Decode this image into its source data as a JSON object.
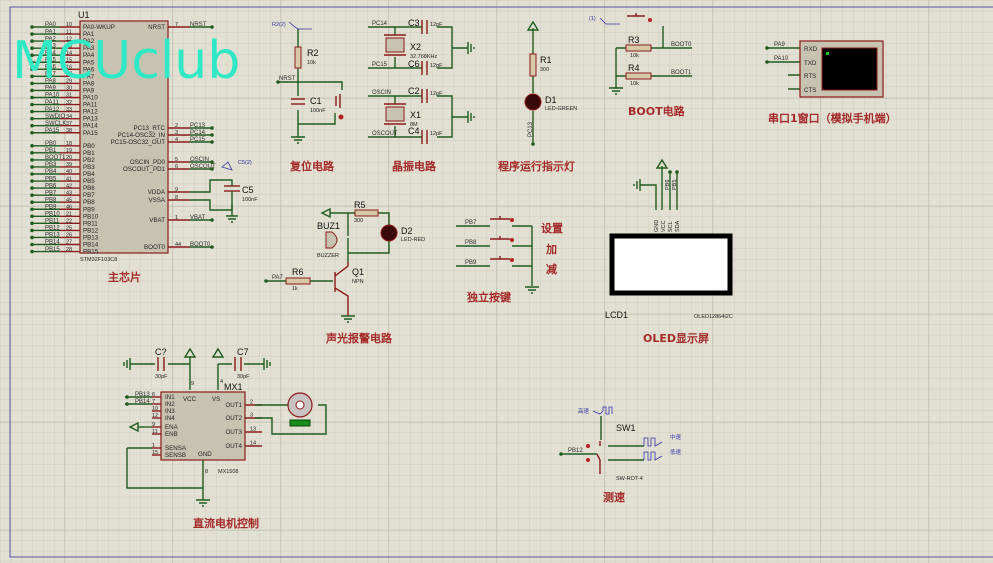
{
  "watermark": "MCUclub",
  "mcu": {
    "ref": "U1",
    "part": "STM32F103C8",
    "title": "主芯片",
    "left_pins": [
      {
        "net": "PA0",
        "num": "10",
        "name": "PA0-WKUP"
      },
      {
        "net": "PA1",
        "num": "11",
        "name": "PA1"
      },
      {
        "net": "PA2",
        "num": "12",
        "name": "PA2"
      },
      {
        "net": "PA3",
        "num": "13",
        "name": "PA3"
      },
      {
        "net": "PA4",
        "num": "14",
        "name": "PA4"
      },
      {
        "net": "PA5",
        "num": "15",
        "name": "PA5"
      },
      {
        "net": "PA6",
        "num": "16",
        "name": "PA6"
      },
      {
        "net": "PA7",
        "num": "17",
        "name": "PA7"
      },
      {
        "net": "PA8",
        "num": "29",
        "name": "PA8"
      },
      {
        "net": "PA9",
        "num": "30",
        "name": "PA9"
      },
      {
        "net": "PA10",
        "num": "31",
        "name": "PA10"
      },
      {
        "net": "PA11",
        "num": "32",
        "name": "PA11"
      },
      {
        "net": "PA12",
        "num": "33",
        "name": "PA12"
      },
      {
        "net": "SWDIO",
        "num": "34",
        "name": "PA13"
      },
      {
        "net": "SWCLK",
        "num": "37",
        "name": "PA14"
      },
      {
        "net": "PA15",
        "num": "38",
        "name": "PA15"
      },
      {
        "net": "PB0",
        "num": "18",
        "name": "PB0"
      },
      {
        "net": "PB1",
        "num": "19",
        "name": "PB1"
      },
      {
        "net": "BOOT1",
        "num": "20",
        "name": "PB2"
      },
      {
        "net": "PB3",
        "num": "39",
        "name": "PB3"
      },
      {
        "net": "PB4",
        "num": "40",
        "name": "PB4"
      },
      {
        "net": "PB5",
        "num": "41",
        "name": "PB5"
      },
      {
        "net": "PB6",
        "num": "42",
        "name": "PB6"
      },
      {
        "net": "PB7",
        "num": "43",
        "name": "PB7"
      },
      {
        "net": "PB8",
        "num": "45",
        "name": "PB8"
      },
      {
        "net": "PB9",
        "num": "46",
        "name": "PB9"
      },
      {
        "net": "PB10",
        "num": "21",
        "name": "PB10"
      },
      {
        "net": "PB11",
        "num": "22",
        "name": "PB11"
      },
      {
        "net": "PB12",
        "num": "25",
        "name": "PB12"
      },
      {
        "net": "PB13",
        "num": "26",
        "name": "PB13"
      },
      {
        "net": "PB14",
        "num": "27",
        "name": "PB14"
      },
      {
        "net": "PB15",
        "num": "28",
        "name": "PB15"
      }
    ],
    "right_pins": [
      {
        "name": "NRST",
        "num": "7",
        "net": "NRST"
      },
      {
        "name": "PC13_RTC",
        "num": "2",
        "net": "PC13"
      },
      {
        "name": "PC14-OSC32_IN",
        "num": "3",
        "net": "PC14"
      },
      {
        "name": "PC15-OSC32_OUT",
        "num": "4",
        "net": "PC15"
      },
      {
        "name": "OSCIN_PD0",
        "num": "5",
        "net": "OSCIN"
      },
      {
        "name": "OSCOUT_PD1",
        "num": "6",
        "net": "OSCOUT"
      },
      {
        "name": "VDDA",
        "num": "9",
        "net": ""
      },
      {
        "name": "VSSA",
        "num": "8",
        "net": ""
      },
      {
        "name": "VBAT",
        "num": "1",
        "net": "VBAT"
      },
      {
        "name": "BOOT0",
        "num": "44",
        "net": "BOOT0"
      }
    ],
    "c5": {
      "ref": "C5",
      "value": "100nF",
      "gen": "C5(2)"
    }
  },
  "reset": {
    "title": "复位电路",
    "gen": "R2(2)",
    "r2": {
      "ref": "R2",
      "value": "10k"
    },
    "c1": {
      "ref": "C1",
      "value": "100nF"
    },
    "net": "NRST"
  },
  "crystal": {
    "title": "晶振电路",
    "nets": [
      "PC14",
      "PC15",
      "OSCIN",
      "OSCOUT"
    ],
    "x2": {
      "ref": "X2",
      "value": "32.768KHz"
    },
    "x1": {
      "ref": "X1",
      "value": "8M"
    },
    "c3": {
      "ref": "C3",
      "value": "12pF"
    },
    "c6": {
      "ref": "C6",
      "value": "12pF"
    },
    "c2": {
      "ref": "C2",
      "value": "12pF"
    },
    "c4": {
      "ref": "C4",
      "value": "12pF"
    }
  },
  "indicator": {
    "title": "程序运行指示灯",
    "r1": {
      "ref": "R1",
      "value": "300"
    },
    "d1": {
      "ref": "D1",
      "value": "LED-GREEN"
    },
    "net": "PC13"
  },
  "boot": {
    "title": "BOOT电路",
    "gen": "(1)",
    "r3": {
      "ref": "R3",
      "value": "10k"
    },
    "r4": {
      "ref": "R4",
      "value": "10k"
    },
    "nets": [
      "BOOT0",
      "BOOT1"
    ]
  },
  "serial": {
    "title": "串口1窗口（模拟手机端）",
    "nets": [
      "PA9",
      "PA10"
    ],
    "pins": [
      "RXD",
      "TXD",
      "RTS",
      "CTS"
    ]
  },
  "alarm": {
    "title": "声光报警电路",
    "r5": {
      "ref": "R5",
      "value": "300"
    },
    "d2": {
      "ref": "D2",
      "value": "LED-RED"
    },
    "buz": {
      "ref": "BUZ1",
      "value": "BUZZER"
    },
    "r6": {
      "ref": "R6",
      "value": "1k"
    },
    "q1": {
      "ref": "Q1",
      "value": "NPN"
    },
    "net": "PA7"
  },
  "keys": {
    "title": "独立按键",
    "nets": [
      "PB7",
      "PB8",
      "PB9"
    ],
    "labels": [
      "设置",
      "加",
      "减"
    ]
  },
  "oled": {
    "title": "OLED显示屏",
    "ref": "LCD1",
    "part": "OLED12864I2C",
    "pins": [
      "GND",
      "VCC",
      "SCL",
      "SDA"
    ],
    "nets": [
      "PB6",
      "PB5"
    ]
  },
  "motor": {
    "title": "直流电机控制",
    "ref": "MX1",
    "part": "MX1508",
    "c_left": {
      "ref": "C?",
      "value": "30pF"
    },
    "c_right": {
      "ref": "C7",
      "value": "30pF"
    },
    "nets": [
      "PB13",
      "PB14"
    ],
    "left_pins": [
      {
        "num": "6",
        "name": "IN1"
      },
      {
        "num": "7",
        "name": "IN2"
      },
      {
        "num": "10",
        "name": "IN3"
      },
      {
        "num": "12",
        "name": "IN4"
      },
      {
        "num": "9",
        "name": "ENA"
      },
      {
        "num": "11",
        "name": "ENB"
      },
      {
        "num": "1",
        "name": "SENSA"
      },
      {
        "num": "15",
        "name": "SENSB"
      }
    ],
    "right_pins": [
      {
        "num": "2",
        "name": "OUT1"
      },
      {
        "num": "3",
        "name": "OUT2"
      },
      {
        "num": "13",
        "name": "OUT3"
      },
      {
        "num": "14",
        "name": "OUT4"
      }
    ],
    "top_pins": [
      {
        "num": "9",
        "name": "VCC"
      },
      {
        "num": "4",
        "name": "VS"
      }
    ],
    "gnd_pin": {
      "num": "8",
      "name": "GND"
    }
  },
  "speed": {
    "title": "测速",
    "ref": "SW1",
    "part": "SW-ROT-4",
    "net": "PB12",
    "gens": [
      "高速",
      "中速",
      "低速"
    ]
  }
}
